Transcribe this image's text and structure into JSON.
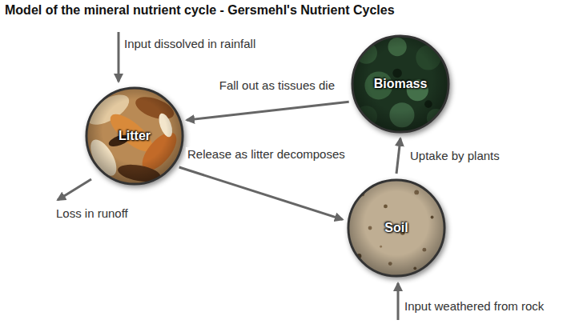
{
  "diagram": {
    "title": "Model of the mineral nutrient cycle - Gersmehl's Nutrient Cycles",
    "nodes": [
      {
        "text": [
          "Biomass"
        ]
      },
      {
        "text": [
          "Litter"
        ]
      },
      {
        "text": [
          "Soil"
        ]
      }
    ],
    "edges": [
      {
        "from": 0,
        "to": 1,
        "label": "Fall out as tissues die",
        "arrow": "to"
      },
      {
        "from": 1,
        "to": 2,
        "label": "Release as litter decomposes",
        "arrow": "to"
      },
      {
        "from": 2,
        "to": 0,
        "label": "Uptake by plants",
        "arrow": "to"
      }
    ],
    "labels": [
      "Input dissolved in rainfall",
      "Loss in runoff",
      "Input weathered from rock"
    ]
  }
}
